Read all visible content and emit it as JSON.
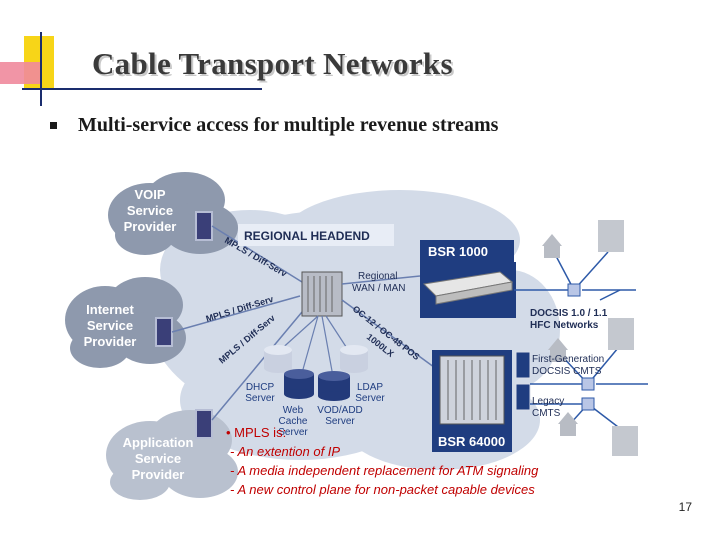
{
  "slide": {
    "title": "Cable Transport Networks",
    "bullet": "Multi-service access for multiple revenue streams",
    "page_number": "17"
  },
  "diagram": {
    "clouds": [
      {
        "id": "voip",
        "lines": [
          "VOIP",
          "Service",
          "Provider"
        ]
      },
      {
        "id": "internet",
        "lines": [
          "Internet",
          "Service",
          "Provider"
        ]
      },
      {
        "id": "app",
        "lines": [
          "Application",
          "Service",
          "Provider"
        ]
      }
    ],
    "headend_label": "REGIONAL HEADEND",
    "labels": {
      "bsr1000": "BSR 1000",
      "bsr64000": "BSR 64000",
      "regional_wan": [
        "Regional",
        "WAN / MAN"
      ],
      "docsis_hfc": [
        "DOCSIS 1.0 / 1.1",
        "HFC Networks"
      ],
      "first_gen": [
        "First-Generation",
        "DOCSIS CMTS"
      ],
      "legacy": [
        "Legacy",
        "CMTS"
      ],
      "dhcp": [
        "DHCP",
        "Server"
      ],
      "ldap": [
        "LDAP",
        "Server"
      ],
      "web": [
        "Web",
        "Cache",
        "Server"
      ],
      "vod": [
        "VOD/ADD",
        "Server"
      ],
      "mpls1": "MPLS / Diff-Serv",
      "mpls2": "MPLS / Diff-Serv",
      "mpls3": "MPLS / Diff-Serv",
      "oc12": "OC-12 / OC-48 POS",
      "gbe": "1000LX"
    },
    "annotation": [
      "• MPLS is:",
      "- An extention of IP",
      "- A media independent replacement for ATM signaling",
      "- A new control plane for non-packet capable devices"
    ]
  },
  "colors": {
    "cloud_fill": "#8e99ad",
    "headend_fill": "#d3dbe8",
    "banner_blue": "#1f3d80",
    "link_blue": "#2e5aa8",
    "annotation_red": "#c00000"
  }
}
